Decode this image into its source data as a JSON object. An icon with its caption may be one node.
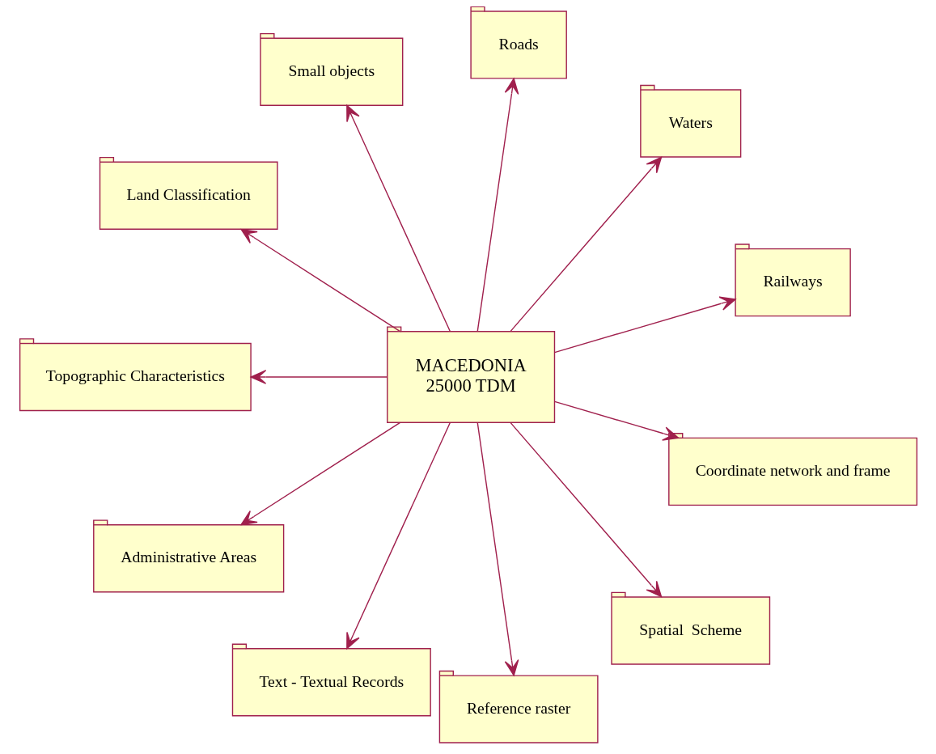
{
  "diagram": {
    "nodes": [
      {
        "text": [
          "Railways"
        ]
      },
      {
        "text": [
          "Waters"
        ]
      },
      {
        "text": [
          "Roads"
        ]
      },
      {
        "text": [
          "Small objects"
        ]
      },
      {
        "text": [
          "Land Classification"
        ]
      },
      {
        "text": [
          "Topographic Characteristics"
        ]
      },
      {
        "text": [
          "MACEDONIA",
          "25000 TDM"
        ]
      },
      {
        "text": [
          "Administrative Areas"
        ]
      },
      {
        "text": [
          "Text - Textual Records"
        ]
      },
      {
        "text": [
          "Reference raster"
        ]
      },
      {
        "text": [
          "Spatial  Scheme"
        ]
      },
      {
        "text": [
          "Coordinate network and frame"
        ]
      }
    ],
    "edges": [
      {
        "from": 6,
        "to": 2,
        "arrow": "to"
      },
      {
        "from": 6,
        "to": 0,
        "arrow": "to"
      },
      {
        "from": 6,
        "to": 1,
        "arrow": "to"
      },
      {
        "from": 6,
        "to": 3,
        "arrow": "to"
      },
      {
        "from": 6,
        "to": 5,
        "arrow": "to"
      },
      {
        "from": 6,
        "to": 8,
        "arrow": "to"
      },
      {
        "from": 6,
        "to": 9,
        "arrow": "to"
      },
      {
        "from": 6,
        "to": 11,
        "arrow": "to"
      },
      {
        "from": 6,
        "to": 10,
        "arrow": "to"
      },
      {
        "from": 6,
        "to": 7,
        "arrow": "to"
      },
      {
        "from": 6,
        "to": 4,
        "arrow": "to"
      }
    ]
  }
}
